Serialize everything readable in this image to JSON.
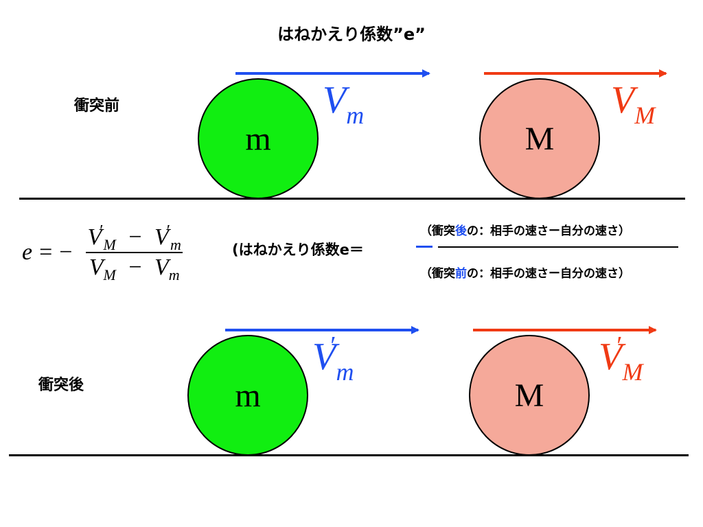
{
  "title": "はねかえり係数”e”",
  "before": {
    "label": "衝突前",
    "ball_small": {
      "label": "m",
      "color": "#11ee11"
    },
    "ball_large": {
      "label": "M",
      "color": "#f5a99a"
    },
    "velocity_small": {
      "symbol": "V",
      "subscript": "m",
      "color": "#1f4ff0"
    },
    "velocity_large": {
      "symbol": "V",
      "subscript": "M",
      "color": "#f03a14"
    }
  },
  "formula": {
    "lhs": "e",
    "equals": "=",
    "minus": "−",
    "numerator": {
      "a": "V",
      "a_sub": "M",
      "a_prime": "′",
      "op": "−",
      "b": "V",
      "b_sub": "m",
      "b_prime": "′"
    },
    "denominator": {
      "a": "V",
      "a_sub": "M",
      "op": "−",
      "b": "V",
      "b_sub": "m"
    },
    "word_prefix": "(はねかえり係数e＝",
    "word_numerator": {
      "before": "（衝突",
      "highlight": "後",
      "after": "の：相手の速さー自分の速さ）"
    },
    "word_denominator": {
      "before": "（衝突",
      "highlight": "前",
      "after": "の：相手の速さー自分の速さ）"
    }
  },
  "after": {
    "label": "衝突後",
    "ball_small": {
      "label": "m",
      "color": "#11ee11"
    },
    "ball_large": {
      "label": "M",
      "color": "#f5a99a"
    },
    "velocity_small": {
      "symbol": "V",
      "subscript": "m",
      "prime": "′",
      "color": "#1f4ff0"
    },
    "velocity_large": {
      "symbol": "V",
      "subscript": "M",
      "prime": "′",
      "color": "#f03a14"
    }
  }
}
